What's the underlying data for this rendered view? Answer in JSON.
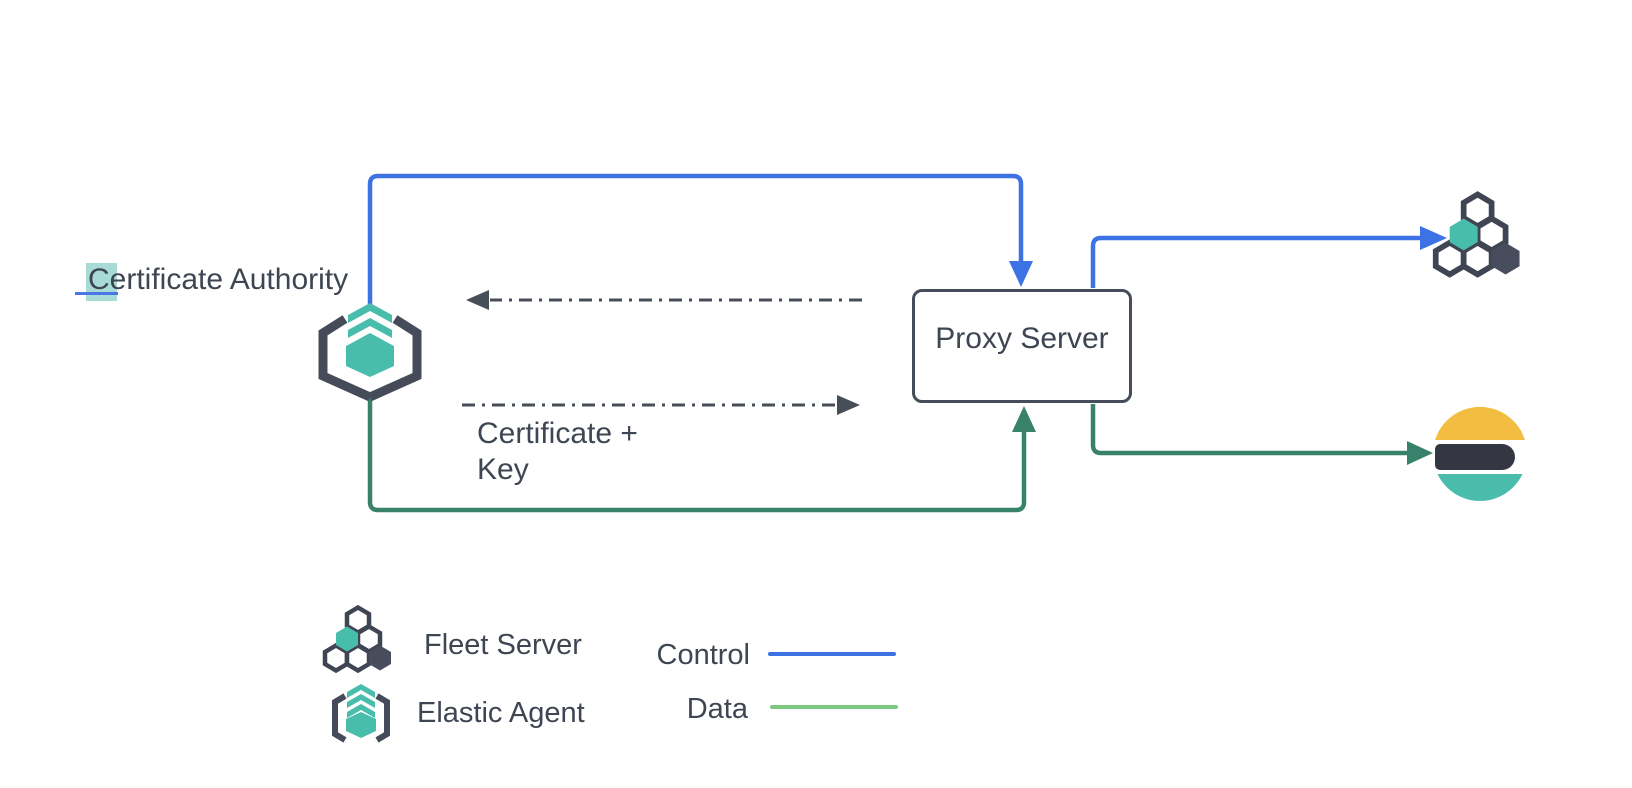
{
  "diagram": {
    "certificate_authority_label": "Certificate Authority",
    "proxy_server_label": "Proxy Server",
    "edge_label": "Certificate +\nKey"
  },
  "legend": {
    "items": [
      {
        "icon": "fleet-server-icon",
        "label": "Fleet Server"
      },
      {
        "icon": "elastic-agent-icon",
        "label": "Elastic Agent"
      }
    ],
    "flows": [
      {
        "label": "Control",
        "color": "#3d72e4"
      },
      {
        "label": "Data",
        "color": "#7dc87e"
      }
    ]
  },
  "colors": {
    "control_line": "#3d72e4",
    "data_line": "#38826c",
    "legend_data_line": "#7dc87e",
    "dashed_line": "#474e58",
    "teal": "#49bdab",
    "dark_slate": "#454b59",
    "elastic_yellow": "#f2bd41",
    "elastic_dark": "#343741",
    "text": "#3f4653",
    "selection_highlight": "#8fd0c6",
    "cursor_blue": "#4a76e8"
  }
}
